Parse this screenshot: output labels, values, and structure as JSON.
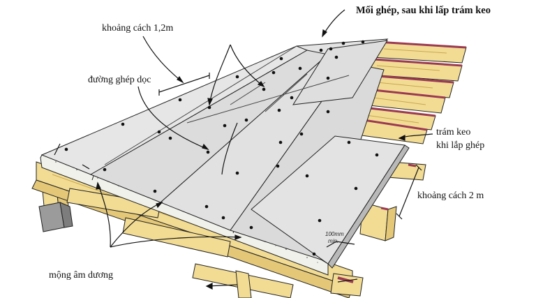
{
  "labels": {
    "joint_title": "Mối ghép, sau khi lấp trám keo",
    "spacing_short": "khoảng cách 1,2m",
    "longitudinal_joint": "đường ghép dọc",
    "sealant_line1": "trám keo",
    "sealant_line2": "khi lắp ghép",
    "spacing_long": "khoảng cách 2 m",
    "tongue_groove": "mộng âm dương",
    "dim_value": "100mm",
    "dim_unit": "min."
  },
  "colors": {
    "panel_face": "#e3e3e3",
    "panel_shadow": "#c9c9c9",
    "panel_edge": "#b9b9b9",
    "core_fill": "#f1f1ec",
    "timber": "#f2dc94",
    "timber_dark": "#c9a64e",
    "timber_side": "#e4c878",
    "red_strip": "#9c3a52",
    "outline": "#222222",
    "hole": "#111111"
  }
}
